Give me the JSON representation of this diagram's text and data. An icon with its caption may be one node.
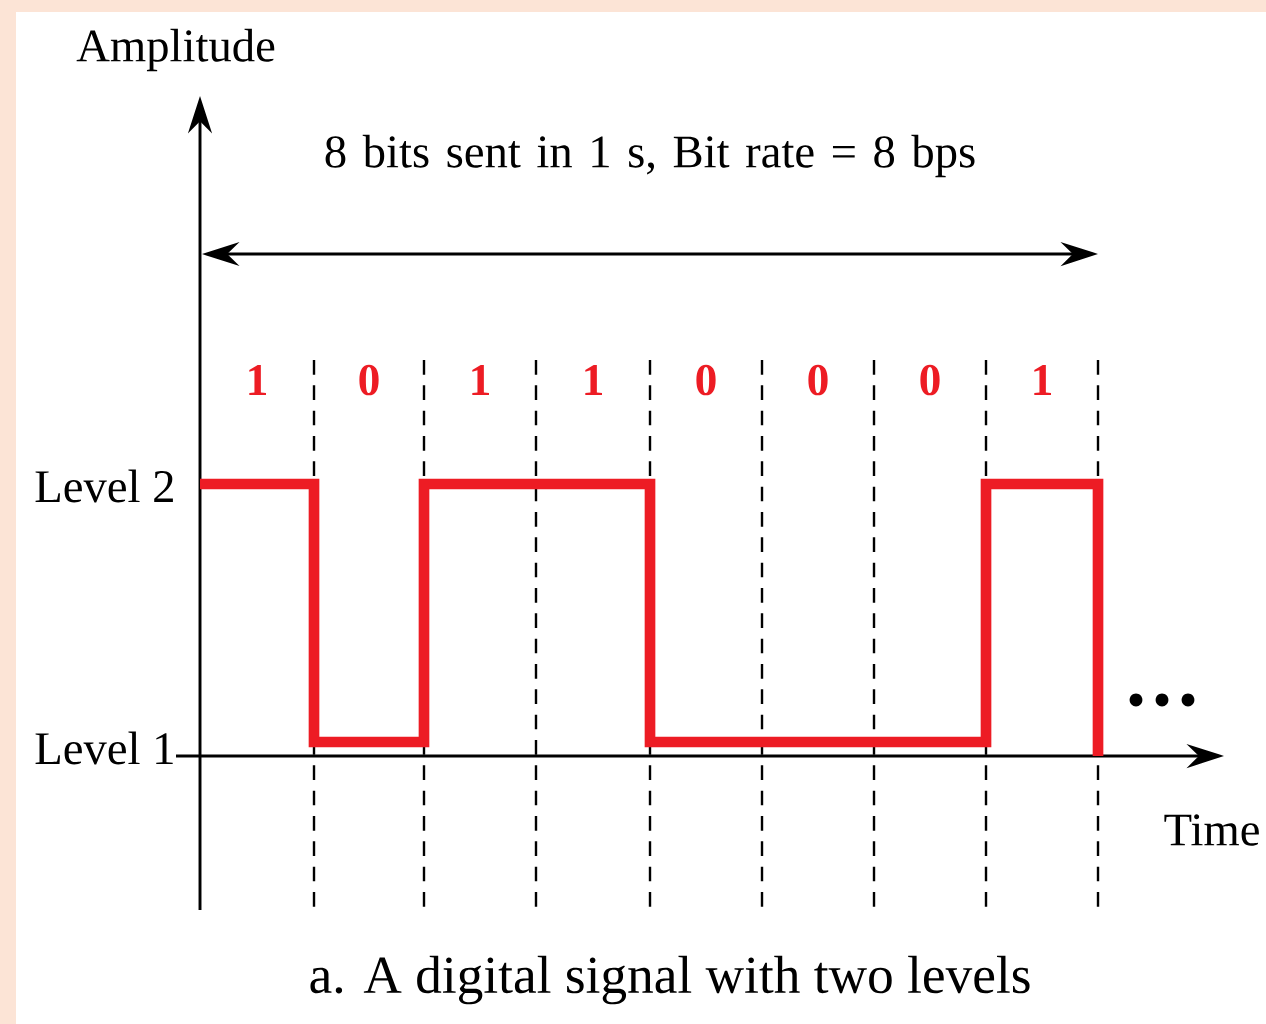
{
  "diagram": {
    "caption": "a. A digital signal with two levels",
    "labels": [
      "Amplitude",
      "8 bits sent in 1 s, Bit rate = 8 bps",
      "1",
      "0",
      "1",
      "1",
      "0",
      "0",
      "0",
      "1",
      "Level 2",
      "Level 1",
      "Time"
    ]
  }
}
